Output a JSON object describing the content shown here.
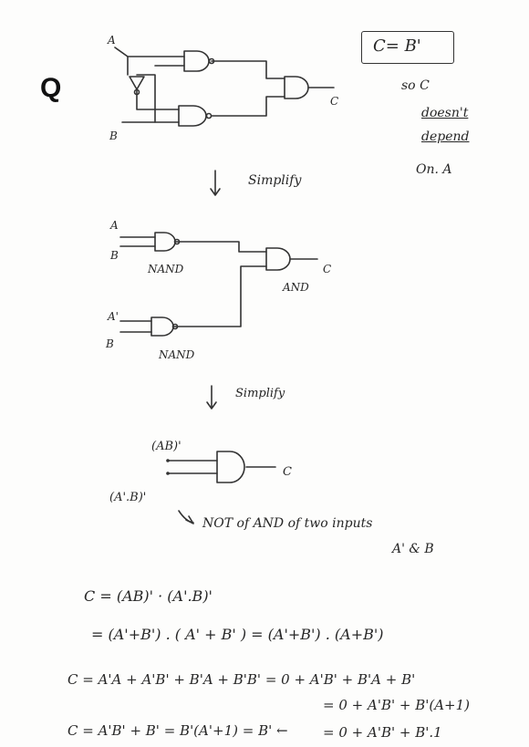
{
  "question_label": "Q",
  "answer_box": "C= B'",
  "note": [
    "so C",
    "doesn't",
    "depend",
    "On. A"
  ],
  "diagram1": {
    "input_a": "A",
    "input_b": "B",
    "output": "C"
  },
  "step1": "Simplify",
  "diagram2": {
    "in_a": "A",
    "in_b1": "B",
    "nand1": "NAND",
    "in_a_prime": "A'",
    "in_b2": "B",
    "nand2": "NAND",
    "and_gate": "AND",
    "output": "C"
  },
  "step2": "Simplify",
  "diagram3": {
    "top_input": "(AB)'",
    "bottom_input": "(A'.B)'",
    "output": "C"
  },
  "description": [
    "NOT of AND of two inputs",
    "A' & B"
  ],
  "equations": [
    "C =   (AB)'    ·    (A'.B)'",
    "=  (A'+B') . ( A' + B' )  =  (A'+B') . (A+B')",
    "C =   A'A + A'B' + B'A + B'B'   =  0 + A'B' + B'A + B'",
    "=  0 + A'B' + B'(A+1)",
    "C =  A'B' + B' = B'(A'+1) = B'  ←",
    "=  0 + A'B' + B'.1"
  ]
}
